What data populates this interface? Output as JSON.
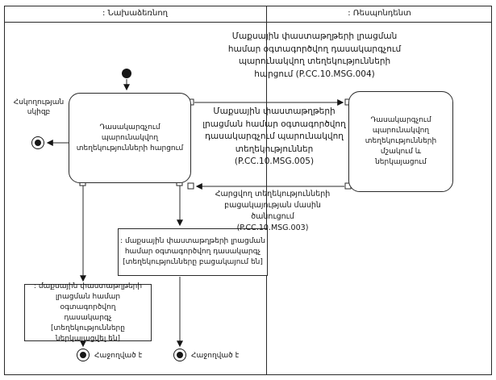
{
  "diagram": {
    "lanes": {
      "initiator": ": Նախաձեռնող",
      "respondent": ": Ռեսպոնդենտ"
    },
    "activities": {
      "request": "Դասակարգչում\nպարունակվող\nտեղեկությունների հարցում",
      "process": "Դասակարգչում\nպարունակվող\nտեղեկությունների մշակում և\nներկայացում"
    },
    "objects": {
      "absent": ": մաքսային փաստաթղթերի լրացման\nհամար օգտագործվող դասակարգչ\n[տեղեկությունները բացակայում են]",
      "presented": ": մաքսային փաստաթղթերի\nլրացման համար օգտագործվող\nդասակարգչ [տեղեկությունները\nներկայացվել են]"
    },
    "messages": {
      "msg004": "Մաքսային փաստաթղթերի լրացման\nհամար օգտագործվող դասակարգչում\nպարունակվող տեղեկությունների\nհարցում (P.CC.10.MSG.004)",
      "msg005": "Մաքսային փաստաթղթերի\nլրացման համար օգտագործվող\nդասակարգչում պարունակվող\nտեղեկություններ (P.CC.10.MSG.005)",
      "msg003": "Հարցվող տեղեկությունների\nբացակայության մասին ծանուցում\n(P.CC.10.MSG.003)"
    },
    "labels": {
      "control_start": "Հսկողության\nսկիզբ",
      "success_left": "Հաջողված է",
      "success_right": "Հաջողված է"
    }
  }
}
